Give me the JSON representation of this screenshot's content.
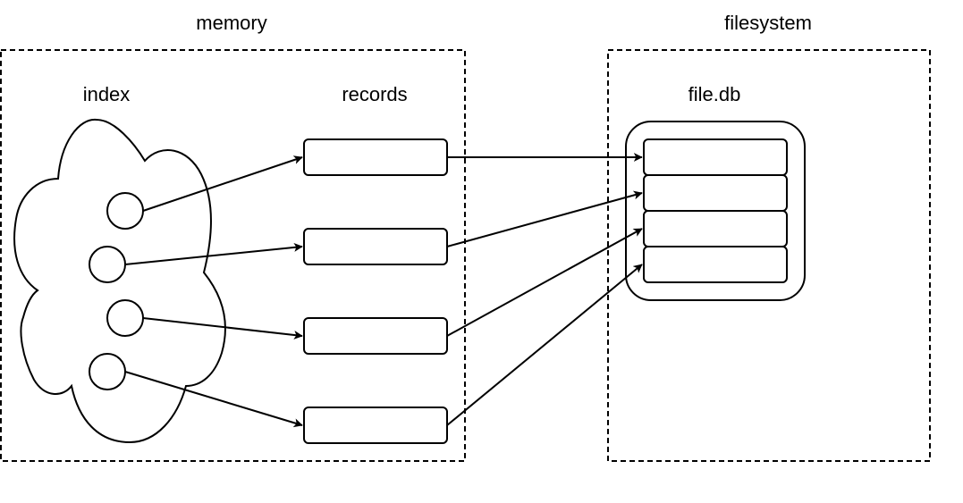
{
  "labels": {
    "memory": "memory",
    "filesystem": "filesystem",
    "index": "index",
    "records": "records",
    "file_db": "file.db"
  },
  "colors": {
    "stroke": "#000000",
    "background": "#ffffff"
  },
  "index_nodes": [
    "node-1",
    "node-2",
    "node-3",
    "node-4"
  ],
  "records": [
    "record-1",
    "record-2",
    "record-3",
    "record-4"
  ],
  "file_slots": [
    "slot-1",
    "slot-2",
    "slot-3",
    "slot-4"
  ],
  "edges": [
    {
      "from": "node-1",
      "to": "record-1"
    },
    {
      "from": "node-2",
      "to": "record-2"
    },
    {
      "from": "node-3",
      "to": "record-3"
    },
    {
      "from": "node-4",
      "to": "record-4"
    },
    {
      "from": "record-1",
      "to": "slot-1"
    },
    {
      "from": "record-2",
      "to": "slot-2"
    },
    {
      "from": "record-3",
      "to": "slot-3"
    },
    {
      "from": "record-4",
      "to": "slot-4"
    }
  ]
}
